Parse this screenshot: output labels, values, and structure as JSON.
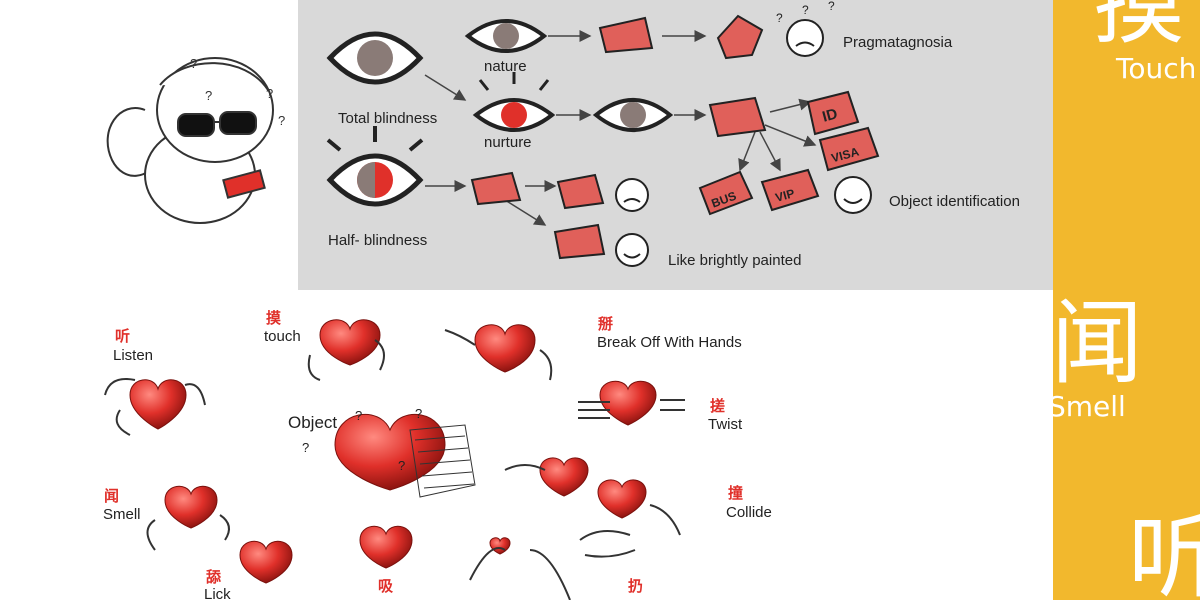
{
  "diagram": {
    "total_blindness": "Total blindness",
    "half_blindness": "Half- blindness",
    "nature": "nature",
    "nurture": "nurture",
    "pragmatagnosia": "Pragmatagnosia",
    "object_identification": "Object identification",
    "like_brightly_painted": "Like brightly painted",
    "sign_id": "ID",
    "sign_visa": "VISA",
    "sign_bus": "BUS",
    "sign_vip": "VIP"
  },
  "senses": {
    "object": "Object",
    "listen_cjk": "听",
    "listen": "Listen",
    "touch_cjk": "摸",
    "touch": "touch",
    "break_cjk": "掰",
    "break": "Break Off With Hands",
    "twist_cjk": "搓",
    "twist": "Twist",
    "smell_cjk": "闻",
    "smell": "Smell",
    "collide_cjk": "撞",
    "collide": "Collide",
    "lick_cjk": "舔",
    "lick": "Lick",
    "suck_cjk": "吸",
    "throw_cjk": "扔"
  },
  "sidebar": {
    "top_cjk": "摸",
    "top_en": "Touch",
    "mid_cjk": "闻",
    "mid_en": "Smell",
    "bottom_cjk": "听"
  },
  "colors": {
    "accent": "#e0302a",
    "sidebar": "#f2b82d",
    "panel": "#d9d9d9"
  }
}
